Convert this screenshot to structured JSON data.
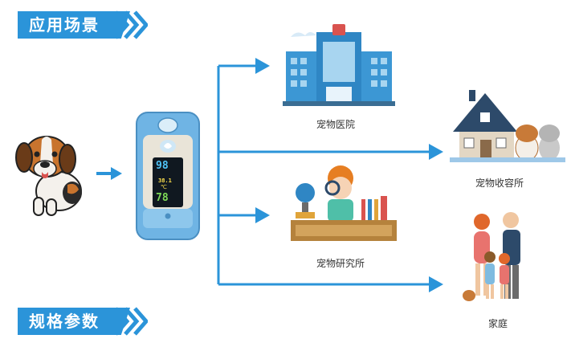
{
  "sections": {
    "scenarios_title": "应用场景",
    "specs_title": "规格参数"
  },
  "device": {
    "display_spo2": "98",
    "display_temp": "38.1",
    "display_temp_unit": "℃",
    "display_pulse": "78"
  },
  "scenarios": [
    {
      "label": "宠物医院"
    },
    {
      "label": "宠物收容所"
    },
    {
      "label": "宠物研究所"
    },
    {
      "label": "家庭"
    }
  ],
  "colors": {
    "ribbon": "#2b94d9",
    "arrow": "#2b94d9",
    "device_body": "#6fb4e4"
  },
  "icons": [
    "dog-icon",
    "hospital-icon",
    "shelter-icon",
    "lab-icon",
    "family-icon"
  ]
}
